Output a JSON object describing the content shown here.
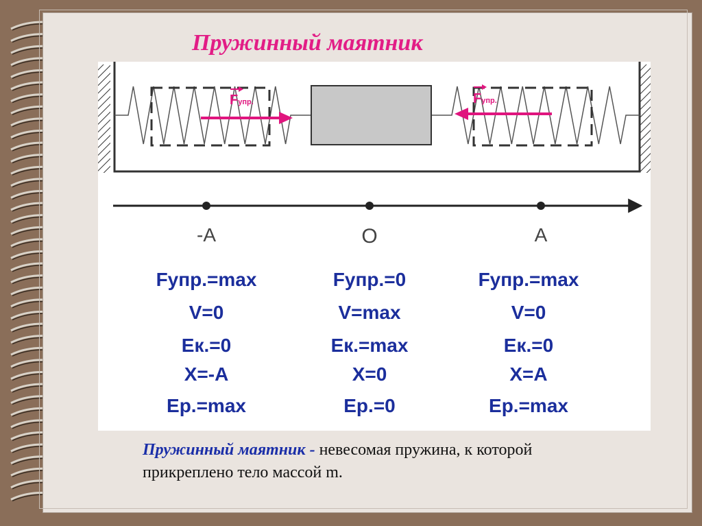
{
  "title": "Пружинный маятник",
  "colors": {
    "background": "#8a6e59",
    "paper": "#eae4df",
    "title": "#e21d86",
    "formula": "#1b2e9c",
    "force_arrow": "#e0157e",
    "term": "#1a2ea8"
  },
  "diagram": {
    "force_label_main": "F",
    "force_label_sub": "упр.",
    "axis_points": [
      "-A",
      "O",
      "A"
    ]
  },
  "columns": [
    {
      "lines": [
        "Fупр.=max",
        "V=0",
        "Eк.=0",
        "X=-A",
        "Ep.=max"
      ]
    },
    {
      "lines": [
        "Fупр.=0",
        "V=max",
        "Eк.=max",
        "X=0",
        "Ep.=0"
      ]
    },
    {
      "lines": [
        "Fупр.=max",
        "V=0",
        "Eк.=0",
        "X=A",
        "Ep.=max"
      ]
    }
  ],
  "definition": {
    "term": "Пружинный маятник -",
    "text": " невесомая пружина, к которой прикреплено тело массой m."
  }
}
